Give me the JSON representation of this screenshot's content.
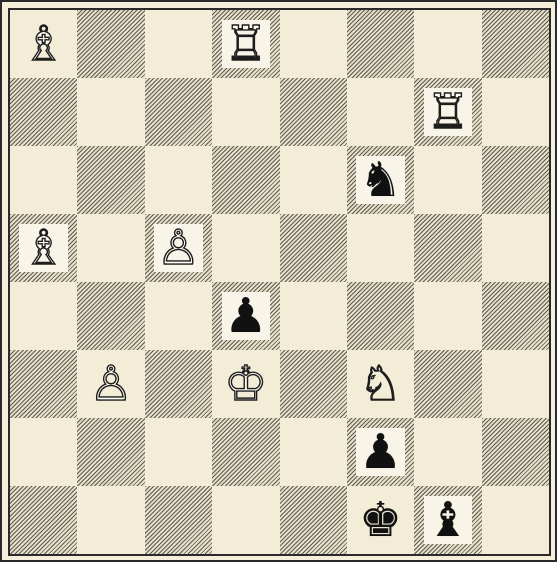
{
  "board": {
    "files": [
      "a",
      "b",
      "c",
      "d",
      "e",
      "f",
      "g",
      "h"
    ],
    "ranks": [
      8,
      7,
      6,
      5,
      4,
      3,
      2,
      1
    ],
    "pieces": [
      {
        "square": "a8",
        "color": "white",
        "type": "bishop",
        "glyph": "♗"
      },
      {
        "square": "d8",
        "color": "white",
        "type": "rook",
        "glyph": "♖"
      },
      {
        "square": "g7",
        "color": "white",
        "type": "rook",
        "glyph": "♖"
      },
      {
        "square": "f6",
        "color": "black",
        "type": "knight",
        "glyph": "♞"
      },
      {
        "square": "a5",
        "color": "white",
        "type": "bishop",
        "glyph": "♗"
      },
      {
        "square": "c5",
        "color": "white",
        "type": "pawn",
        "glyph": "♙"
      },
      {
        "square": "d4",
        "color": "black",
        "type": "pawn",
        "glyph": "♟"
      },
      {
        "square": "b3",
        "color": "white",
        "type": "pawn",
        "glyph": "♙"
      },
      {
        "square": "d3",
        "color": "white",
        "type": "king",
        "glyph": "♔"
      },
      {
        "square": "f3",
        "color": "white",
        "type": "knight",
        "glyph": "♘"
      },
      {
        "square": "f2",
        "color": "black",
        "type": "pawn",
        "glyph": "♟"
      },
      {
        "square": "f1",
        "color": "black",
        "type": "king",
        "glyph": "♚"
      },
      {
        "square": "g1",
        "color": "black",
        "type": "bishop",
        "glyph": "♝"
      }
    ]
  },
  "colors": {
    "light_square": "#f3edd8",
    "dark_square_hatch": "#282828",
    "frame": "#2a2a2a"
  }
}
